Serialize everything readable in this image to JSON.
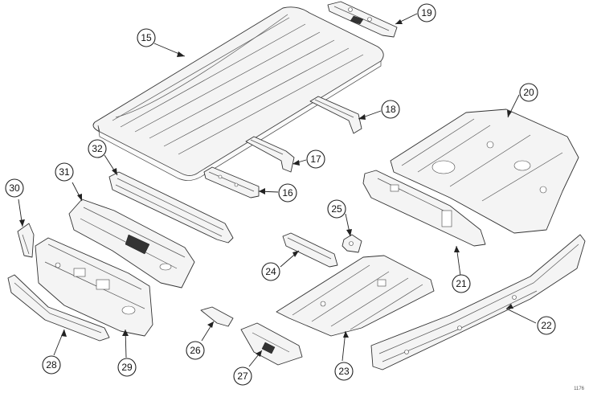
{
  "callouts": [
    {
      "id": "c15",
      "label": "15"
    },
    {
      "id": "c19",
      "label": "19"
    },
    {
      "id": "c20",
      "label": "20"
    },
    {
      "id": "c18",
      "label": "18"
    },
    {
      "id": "c17",
      "label": "17"
    },
    {
      "id": "c16",
      "label": "16"
    },
    {
      "id": "c32",
      "label": "32"
    },
    {
      "id": "c31",
      "label": "31"
    },
    {
      "id": "c30",
      "label": "30"
    },
    {
      "id": "c25",
      "label": "25"
    },
    {
      "id": "c24",
      "label": "24"
    },
    {
      "id": "c21",
      "label": "21"
    },
    {
      "id": "c22",
      "label": "22"
    },
    {
      "id": "c23",
      "label": "23"
    },
    {
      "id": "c26",
      "label": "26"
    },
    {
      "id": "c27",
      "label": "27"
    },
    {
      "id": "c28",
      "label": "28"
    },
    {
      "id": "c29",
      "label": "29"
    }
  ],
  "image_code": "1176"
}
